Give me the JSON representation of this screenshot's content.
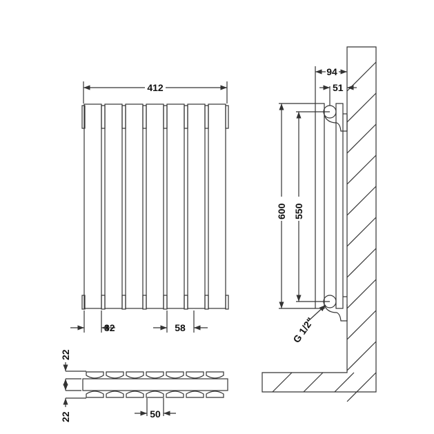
{
  "front": {
    "width": "412",
    "column_width": "32",
    "column_pitch": "58"
  },
  "side": {
    "projection": "94",
    "pipe_offset": "51",
    "height": "600",
    "centres": "550",
    "connection": "G 1/2\""
  },
  "plan": {
    "top": "22",
    "bottom": "22",
    "pitch": "50"
  },
  "columns": 7
}
